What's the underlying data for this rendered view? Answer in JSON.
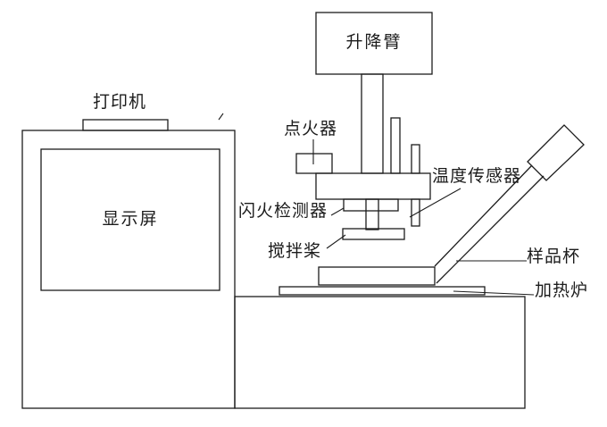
{
  "diagram": {
    "kind": "flash-point-tester-schematic",
    "labels": {
      "lifting_arm": "升降臂",
      "printer": "打印机",
      "display_screen": "显示屏",
      "igniter": "点火器",
      "temperature_sensor": "温度传感器",
      "flash_detector": "闪火检测器",
      "stirring_paddle": "搅拌桨",
      "sample_cup": "样品杯",
      "heating_furnace": "加热炉"
    },
    "colors": {
      "line": "#1c1c1c",
      "text": "#1c1c1c",
      "background": "#ffffff"
    }
  }
}
